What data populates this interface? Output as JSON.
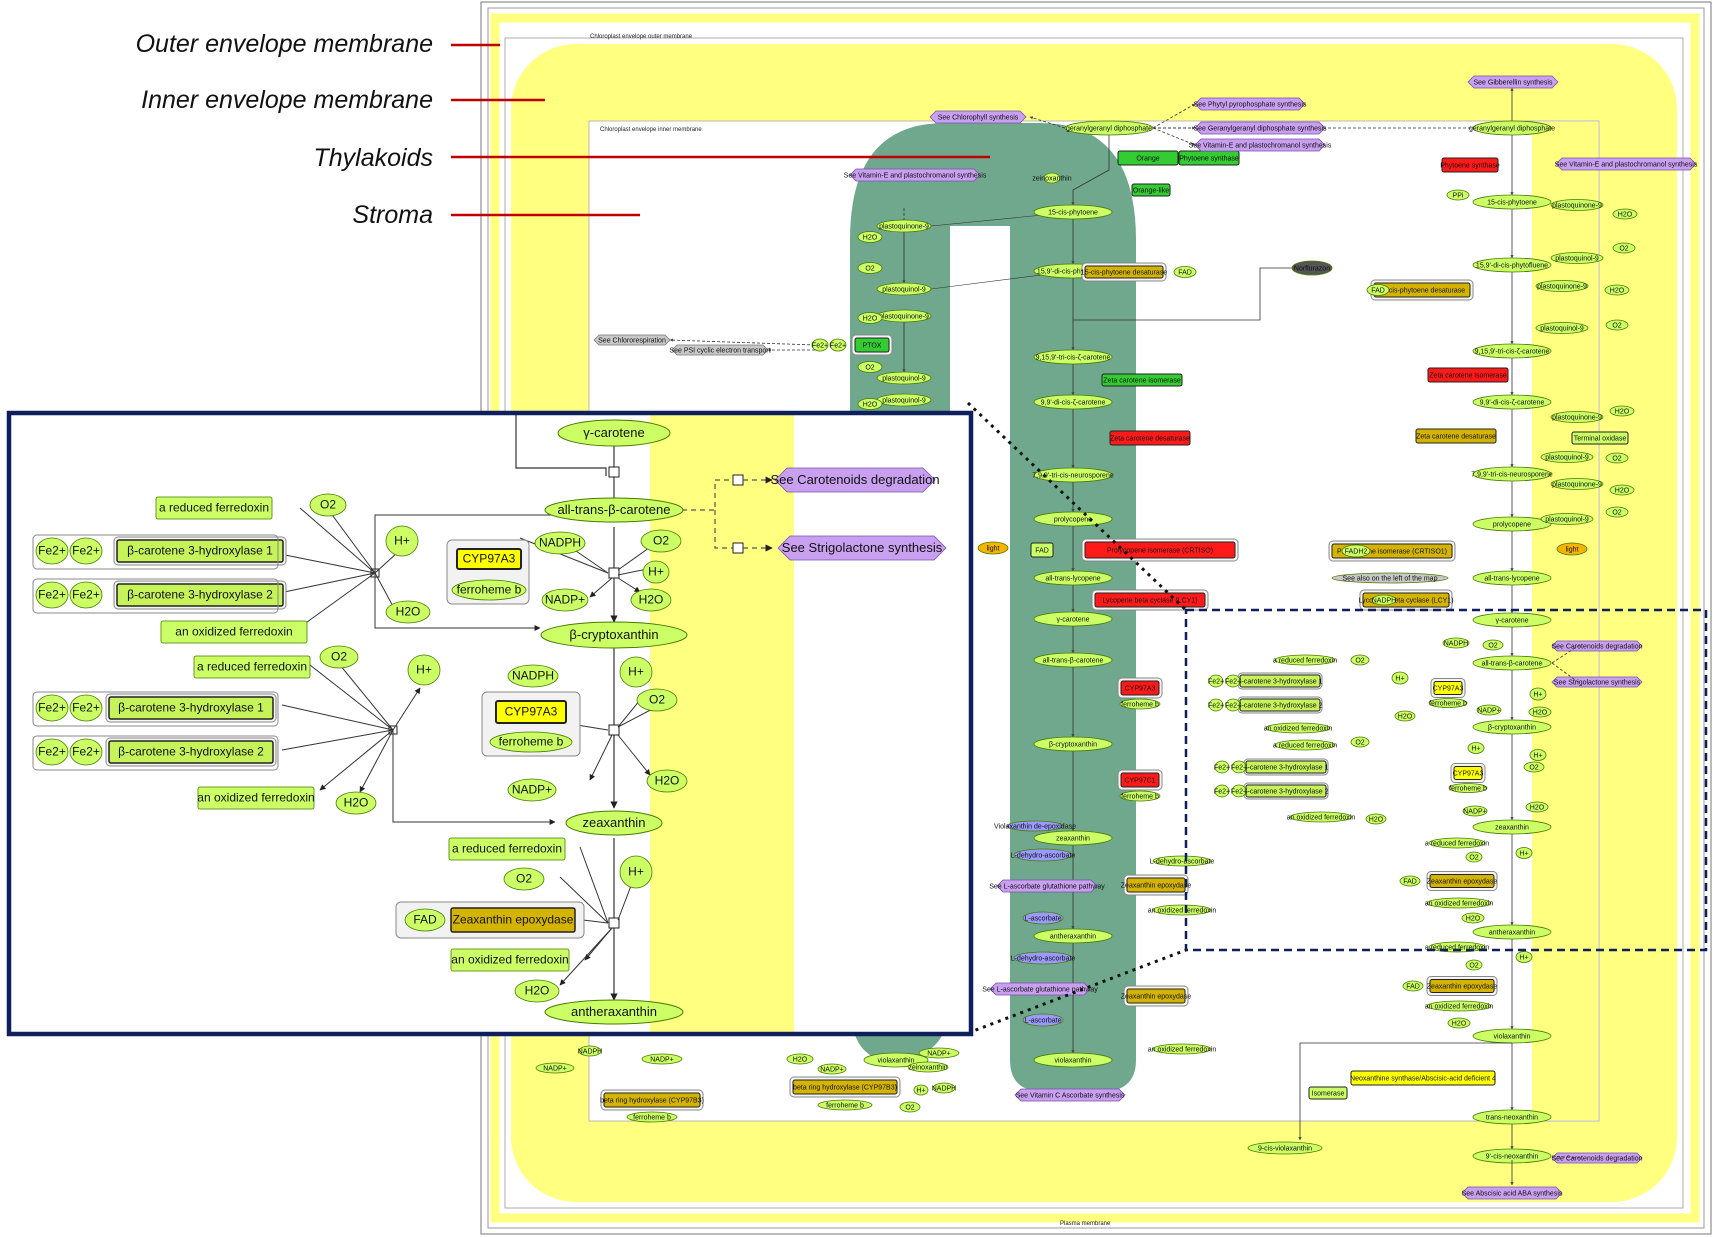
{
  "legend": {
    "outer": "Outer envelope membrane",
    "inner": "Inner envelope membrane",
    "thylakoids": "Thylakoids",
    "stroma": "Stroma"
  },
  "map": {
    "outer_caption": "Chloroplast envelope outer membrane",
    "inner_caption": "Chloroplast envelope inner membrane",
    "plasma_caption": "Plasma membrane",
    "center": {
      "mets": [
        "15-cis-phytoene",
        "15,9'-di-cis-phytofluene",
        "9,15,9'-tri-cis-ζ-carotene",
        "9,9'-di-cis-ζ-carotene",
        "7,9,9'-tri-cis-neurosporene",
        "prolycopene",
        "all-trans-lycopene",
        "γ-carotene",
        "all-trans-β-carotene",
        "β-cryptoxanthin",
        "zeaxanthin",
        "antheraxanthin",
        "violaxanthin",
        "geranylgeranyl diphosphate",
        "plastoquinone-9",
        "plastoquinol-9",
        "H2O",
        "O2",
        "PPi",
        "NADPH",
        "NADP+",
        "H+",
        "zeinoxanthin",
        "L-ascorbate",
        "L-dehydro-ascorbate",
        "ferroheme b"
      ],
      "green": [
        "Orange",
        "Phytoene synthase",
        "Zeta carotene isomerase",
        "PTOX",
        "Orange-like"
      ],
      "red": [
        "Zeta carotene desaturase",
        "Prolycopene isomerase (CRTISO)",
        "Lycopene beta cyclase (LCY1)",
        "CYP97A3",
        "CYP97C1"
      ],
      "gold": [
        "15-cis-phytoene desaturase",
        "Zeaxanthin epoxydase",
        "beta ring hydroxylase (CYP97B3)"
      ],
      "purple": [
        "See Chlorophyll synthesis",
        "See Phytyl pyrophosphate synthesis",
        "See Geranylgeranyl diphosphate synthesis",
        "See Vitamin-E and plastochromanol synthesis",
        "See Vitamin-E and plastochromanol synthesis",
        "See L-ascorbate glutathione pathway",
        "See L-ascorbate glutathione pathway",
        "See Vitamin C Ascorbate synthesis"
      ],
      "grey": [
        "See Chlororespiration",
        "See PSI cyclic electron transport",
        "Norflurazon"
      ],
      "misc": [
        "FAD",
        "Fe2+",
        "light",
        "Violaxanthin de-epoxidase",
        "a reduced ferredoxin",
        "an oxidized ferredoxin"
      ]
    },
    "right": {
      "mets": [
        "geranylgeranyl diphosphate",
        "15-cis-phytoene",
        "15,9'-di-cis-phytofluene",
        "9,15,9'-tri-cis-ζ-carotene",
        "9,9'-di-cis-ζ-carotene",
        "7,9,9'-tri-cis-neurosporene",
        "prolycopene",
        "all-trans-lycopene",
        "γ-carotene",
        "all-trans-β-carotene",
        "β-cryptoxanthin",
        "zeaxanthin",
        "antheraxanthin",
        "violaxanthin",
        "trans-neoxanthin",
        "9'-cis-neoxanthin",
        "9-cis-violaxanthin",
        "plastoquinone-9",
        "plastoquinol-9",
        "H2O",
        "O2",
        "PPi",
        "NADPH",
        "NADP+",
        "H+",
        "a reduced ferredoxin",
        "an oxidized ferredoxin",
        "ferroheme b",
        "β-carotene 3-hydroxylase 1",
        "β-carotene 3-hydroxylase 2",
        "Fe2+",
        "FAD",
        "FADH2"
      ],
      "red": [
        "Phytoene synthase",
        "Zeta carotene isomerase"
      ],
      "gold": [
        "15-cis-phytoene desaturase",
        "Zeta carotene desaturase",
        "Prolycopene isomerase (CRTISO1)",
        "Lycopene beta cyclase (LCY1)",
        "Zeaxanthin epoxydase",
        "Zeaxanthin epoxydase",
        "CYP97A3",
        "CYP97A3",
        "Neoxanthine synthase/Abscisic-acid deficient 4",
        "Isomerase"
      ],
      "purple": [
        "See Gibberellin synthesis",
        "See Vitamin-E and plastochromanol synthesis",
        "See Carotenoids degradation",
        "See Strigolactone synthesis",
        "See Carotenoids degradation",
        "See Abscisic acid ABA synthesis"
      ],
      "misc": [
        "Terminal oxidase",
        "See also on the left of the map",
        "light"
      ]
    }
  },
  "zoom": {
    "gamma_carotene": "γ-carotene",
    "beta_carotene": "all-trans-β-carotene",
    "cryptoxanthin": "β-cryptoxanthin",
    "zeaxanthin": "zeaxanthin",
    "antheraxanthin": "antheraxanthin",
    "see_degradation": "See Carotenoids degradation",
    "see_strigolactone": "See Strigolactone synthesis",
    "reduced_ferredoxin": "a reduced ferredoxin",
    "oxidized_ferredoxin": "an oxidized ferredoxin",
    "o2": "O2",
    "h_plus": "H+",
    "h2o": "H2O",
    "nadph": "NADPH",
    "nadp_plus": "NADP+",
    "fe2": "Fe2+",
    "hydroxylase1": "β-carotene 3-hydroxylase 1",
    "hydroxylase2": "β-carotene 3-hydroxylase 2",
    "cyp97a3": "CYP97A3",
    "ferroheme": "ferroheme b",
    "fad": "FAD",
    "zeaxanthin_epoxydase": "Zeaxanthin epoxydase"
  },
  "colors": {
    "membrane_yellow": "#ffff80",
    "thylakoid_green": "#6fa88d",
    "metabolite_green": "#ccff66",
    "enzyme_green": "#c6f25a",
    "enzyme_red": "#ff1a1a",
    "enzyme_gold": "#d4b400",
    "cyp_yellow": "#ffff00",
    "pathway_purple": "#c9a0f0",
    "zoom_frame": "#0f1f5c",
    "legend_line": "#c00000"
  }
}
